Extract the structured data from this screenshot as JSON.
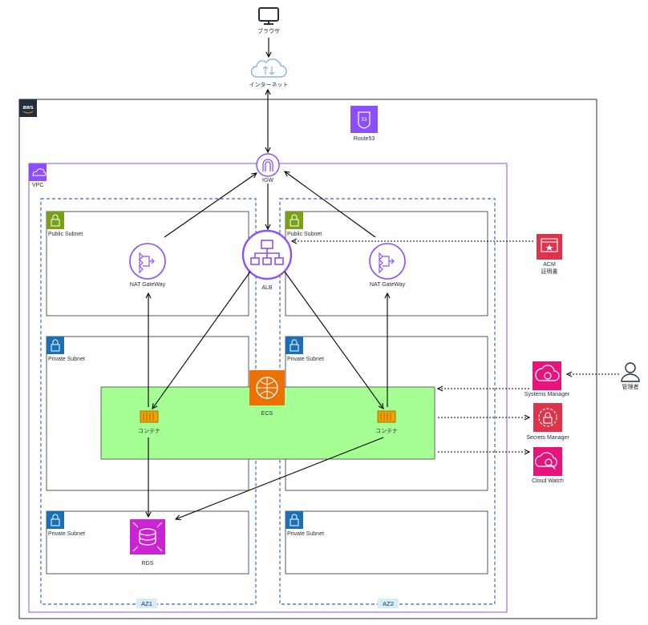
{
  "nodes": {
    "browser": "ブラウザ",
    "internet": "インターネット",
    "route53": "Route53",
    "vpc": "VPC",
    "igw": "IGW",
    "alb": "ALB",
    "ecs": "ECS",
    "rds": "RDS",
    "acm_line1": "ACM",
    "acm_line2": "証明書",
    "systems_manager": "Systems Manager",
    "secrets_manager": "Secrets Manager",
    "cloud_watch": "Cloud Watch",
    "admin": "管理者"
  },
  "subnets": {
    "public1": "Public Subnet",
    "public2": "Public Subnet",
    "private1": "Private Subnet",
    "private2": "Private Subnet",
    "private3": "Private Subnet",
    "private4": "Private Subnet"
  },
  "nat": {
    "left": "NAT GateWay",
    "right": "NAT GateWay"
  },
  "container": {
    "left": "コンテナ",
    "right": "コンテナ"
  },
  "az": {
    "az1": "AZ1",
    "az2": "AZ2"
  },
  "colors": {
    "vpc_purple": "#8c4fff",
    "public_green": "#7aa116",
    "private_blue": "#00a4a6",
    "ecs_orange": "#ed7100",
    "rds_magenta": "#c925d1",
    "security_red": "#dd344c",
    "mgmt_pink": "#e7157b",
    "ecs_area": "#a6ff92",
    "az_border": "#5a7fc7"
  }
}
